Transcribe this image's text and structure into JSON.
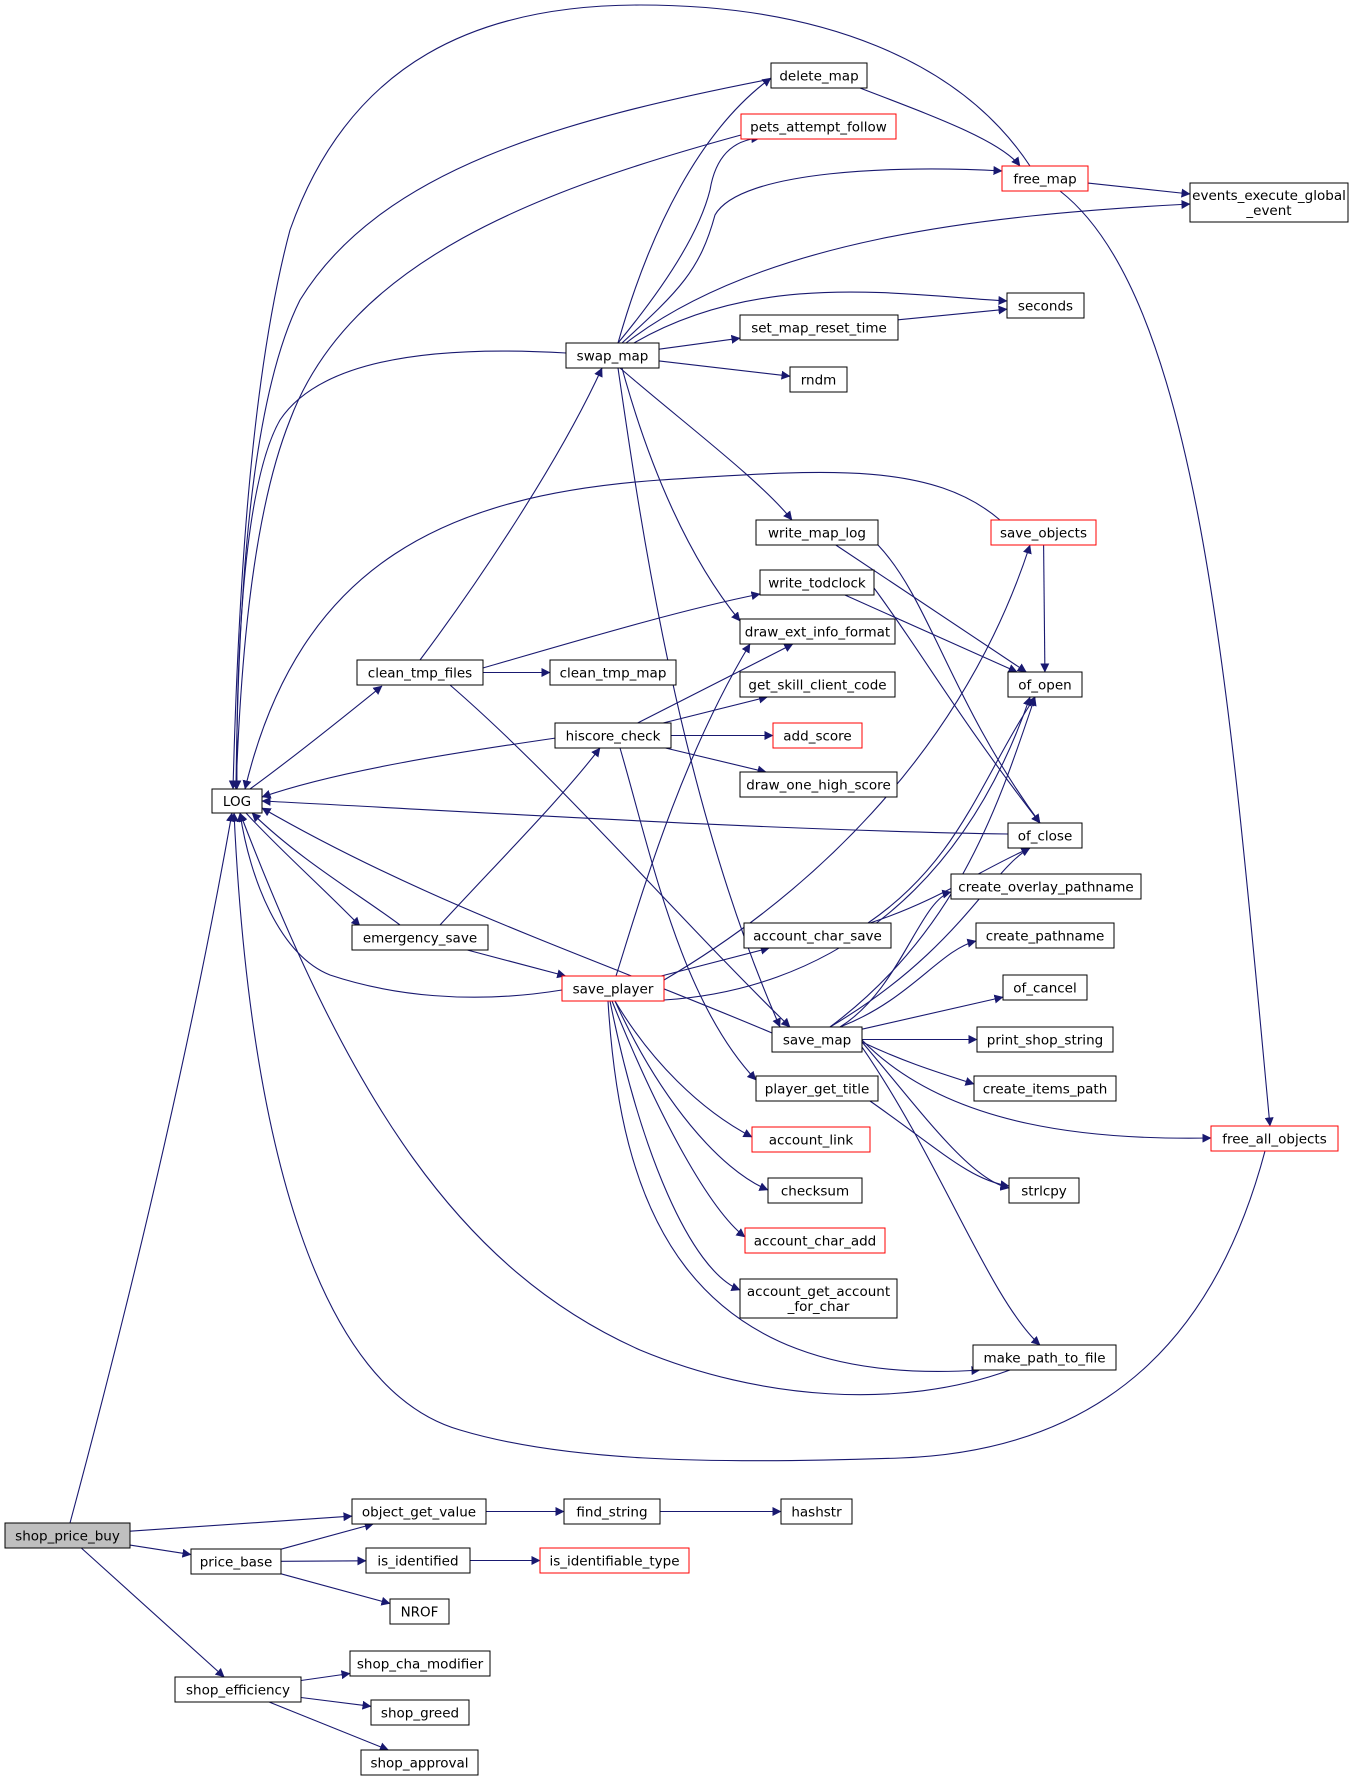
{
  "diagram": {
    "title": "",
    "nodes": [
      {
        "id": "shop_price_buy",
        "label": "shop_price_buy",
        "kind": "root"
      },
      {
        "id": "LOG",
        "label": "LOG",
        "kind": "normal"
      },
      {
        "id": "object_get_value",
        "label": "object_get_value",
        "kind": "normal"
      },
      {
        "id": "price_base",
        "label": "price_base",
        "kind": "normal"
      },
      {
        "id": "shop_efficiency",
        "label": "shop_efficiency",
        "kind": "normal"
      },
      {
        "id": "find_string",
        "label": "find_string",
        "kind": "normal"
      },
      {
        "id": "hashstr",
        "label": "hashstr",
        "kind": "normal"
      },
      {
        "id": "is_identified",
        "label": "is_identified",
        "kind": "normal"
      },
      {
        "id": "is_identifiable_type",
        "label": "is_identifiable_type",
        "kind": "truncated"
      },
      {
        "id": "NROF",
        "label": "NROF",
        "kind": "normal"
      },
      {
        "id": "shop_cha_modifier",
        "label": "shop_cha_modifier",
        "kind": "normal"
      },
      {
        "id": "shop_greed",
        "label": "shop_greed",
        "kind": "normal"
      },
      {
        "id": "shop_approval",
        "label": "shop_approval",
        "kind": "normal"
      },
      {
        "id": "clean_tmp_files",
        "label": "clean_tmp_files",
        "kind": "normal"
      },
      {
        "id": "emergency_save",
        "label": "emergency_save",
        "kind": "normal"
      },
      {
        "id": "swap_map",
        "label": "swap_map",
        "kind": "normal"
      },
      {
        "id": "hiscore_check",
        "label": "hiscore_check",
        "kind": "normal"
      },
      {
        "id": "save_player",
        "label": "save_player",
        "kind": "truncated"
      },
      {
        "id": "delete_map",
        "label": "delete_map",
        "kind": "normal"
      },
      {
        "id": "pets_attempt_follow",
        "label": "pets_attempt_follow",
        "kind": "truncated"
      },
      {
        "id": "free_map",
        "label": "free_map",
        "kind": "truncated"
      },
      {
        "id": "events_execute_global_event",
        "label": "events_execute_global\n_event",
        "kind": "normal"
      },
      {
        "id": "seconds",
        "label": "seconds",
        "kind": "normal"
      },
      {
        "id": "set_map_reset_time",
        "label": "set_map_reset_time",
        "kind": "normal"
      },
      {
        "id": "rndm",
        "label": "rndm",
        "kind": "normal"
      },
      {
        "id": "write_map_log",
        "label": "write_map_log",
        "kind": "normal"
      },
      {
        "id": "save_objects",
        "label": "save_objects",
        "kind": "truncated"
      },
      {
        "id": "write_todclock",
        "label": "write_todclock",
        "kind": "normal"
      },
      {
        "id": "draw_ext_info_format",
        "label": "draw_ext_info_format",
        "kind": "normal"
      },
      {
        "id": "clean_tmp_map",
        "label": "clean_tmp_map",
        "kind": "normal"
      },
      {
        "id": "get_skill_client_code",
        "label": "get_skill_client_code",
        "kind": "normal"
      },
      {
        "id": "of_open",
        "label": "of_open",
        "kind": "normal"
      },
      {
        "id": "add_score",
        "label": "add_score",
        "kind": "truncated"
      },
      {
        "id": "draw_one_high_score",
        "label": "draw_one_high_score",
        "kind": "normal"
      },
      {
        "id": "of_close",
        "label": "of_close",
        "kind": "normal"
      },
      {
        "id": "create_overlay_pathname",
        "label": "create_overlay_pathname",
        "kind": "normal"
      },
      {
        "id": "account_char_save",
        "label": "account_char_save",
        "kind": "normal"
      },
      {
        "id": "create_pathname",
        "label": "create_pathname",
        "kind": "normal"
      },
      {
        "id": "of_cancel",
        "label": "of_cancel",
        "kind": "normal"
      },
      {
        "id": "save_map",
        "label": "save_map",
        "kind": "normal"
      },
      {
        "id": "print_shop_string",
        "label": "print_shop_string",
        "kind": "normal"
      },
      {
        "id": "player_get_title",
        "label": "player_get_title",
        "kind": "normal"
      },
      {
        "id": "create_items_path",
        "label": "create_items_path",
        "kind": "normal"
      },
      {
        "id": "account_link",
        "label": "account_link",
        "kind": "truncated"
      },
      {
        "id": "free_all_objects",
        "label": "free_all_objects",
        "kind": "truncated"
      },
      {
        "id": "checksum",
        "label": "checksum",
        "kind": "normal"
      },
      {
        "id": "strlcpy",
        "label": "strlcpy",
        "kind": "normal"
      },
      {
        "id": "account_char_add",
        "label": "account_char_add",
        "kind": "truncated"
      },
      {
        "id": "account_get_account_for_char",
        "label": "account_get_account\n_for_char",
        "kind": "normal"
      },
      {
        "id": "make_path_to_file",
        "label": "make_path_to_file",
        "kind": "normal"
      }
    ],
    "edges": [
      [
        "shop_price_buy",
        "LOG"
      ],
      [
        "shop_price_buy",
        "object_get_value"
      ],
      [
        "shop_price_buy",
        "price_base"
      ],
      [
        "shop_price_buy",
        "shop_efficiency"
      ],
      [
        "object_get_value",
        "find_string"
      ],
      [
        "find_string",
        "hashstr"
      ],
      [
        "price_base",
        "object_get_value"
      ],
      [
        "price_base",
        "is_identified"
      ],
      [
        "price_base",
        "NROF"
      ],
      [
        "is_identified",
        "is_identifiable_type"
      ],
      [
        "shop_efficiency",
        "shop_cha_modifier"
      ],
      [
        "shop_efficiency",
        "shop_greed"
      ],
      [
        "shop_efficiency",
        "shop_approval"
      ],
      [
        "LOG",
        "clean_tmp_files"
      ],
      [
        "LOG",
        "emergency_save"
      ],
      [
        "swap_map",
        "LOG"
      ],
      [
        "hiscore_check",
        "LOG"
      ],
      [
        "emergency_save",
        "LOG"
      ],
      [
        "save_player",
        "LOG"
      ],
      [
        "save_map",
        "LOG"
      ],
      [
        "of_close",
        "LOG"
      ],
      [
        "delete_map",
        "LOG"
      ],
      [
        "pets_attempt_follow",
        "LOG"
      ],
      [
        "free_map",
        "LOG"
      ],
      [
        "save_objects",
        "LOG"
      ],
      [
        "make_path_to_file",
        "LOG"
      ],
      [
        "free_all_objects",
        "LOG"
      ],
      [
        "clean_tmp_files",
        "swap_map"
      ],
      [
        "clean_tmp_files",
        "clean_tmp_map"
      ],
      [
        "clean_tmp_files",
        "write_todclock"
      ],
      [
        "clean_tmp_files",
        "save_map"
      ],
      [
        "emergency_save",
        "hiscore_check"
      ],
      [
        "emergency_save",
        "save_player"
      ],
      [
        "swap_map",
        "delete_map"
      ],
      [
        "swap_map",
        "pets_attempt_follow"
      ],
      [
        "swap_map",
        "free_map"
      ],
      [
        "swap_map",
        "events_execute_global_event"
      ],
      [
        "swap_map",
        "seconds"
      ],
      [
        "swap_map",
        "set_map_reset_time"
      ],
      [
        "swap_map",
        "rndm"
      ],
      [
        "swap_map",
        "write_map_log"
      ],
      [
        "swap_map",
        "draw_ext_info_format"
      ],
      [
        "swap_map",
        "save_map"
      ],
      [
        "delete_map",
        "free_map"
      ],
      [
        "free_map",
        "events_execute_global_event"
      ],
      [
        "free_map",
        "free_all_objects"
      ],
      [
        "set_map_reset_time",
        "seconds"
      ],
      [
        "write_map_log",
        "of_open"
      ],
      [
        "write_map_log",
        "of_close"
      ],
      [
        "write_todclock",
        "of_open"
      ],
      [
        "write_todclock",
        "of_close"
      ],
      [
        "save_objects",
        "of_open"
      ],
      [
        "hiscore_check",
        "draw_ext_info_format"
      ],
      [
        "hiscore_check",
        "get_skill_client_code"
      ],
      [
        "hiscore_check",
        "add_score"
      ],
      [
        "hiscore_check",
        "draw_one_high_score"
      ],
      [
        "hiscore_check",
        "player_get_title"
      ],
      [
        "save_player",
        "draw_ext_info_format"
      ],
      [
        "save_player",
        "save_objects"
      ],
      [
        "save_player",
        "of_open"
      ],
      [
        "save_player",
        "account_char_save"
      ],
      [
        "save_player",
        "account_link"
      ],
      [
        "save_player",
        "checksum"
      ],
      [
        "save_player",
        "account_char_add"
      ],
      [
        "save_player",
        "account_get_account_for_char"
      ],
      [
        "save_player",
        "make_path_to_file"
      ],
      [
        "account_char_save",
        "of_open"
      ],
      [
        "account_char_save",
        "of_close"
      ],
      [
        "save_map",
        "of_open"
      ],
      [
        "save_map",
        "of_close"
      ],
      [
        "save_map",
        "create_overlay_pathname"
      ],
      [
        "save_map",
        "create_pathname"
      ],
      [
        "save_map",
        "of_cancel"
      ],
      [
        "save_map",
        "print_shop_string"
      ],
      [
        "save_map",
        "create_items_path"
      ],
      [
        "save_map",
        "free_all_objects"
      ],
      [
        "save_map",
        "strlcpy"
      ],
      [
        "save_map",
        "make_path_to_file"
      ],
      [
        "player_get_title",
        "strlcpy"
      ]
    ]
  }
}
